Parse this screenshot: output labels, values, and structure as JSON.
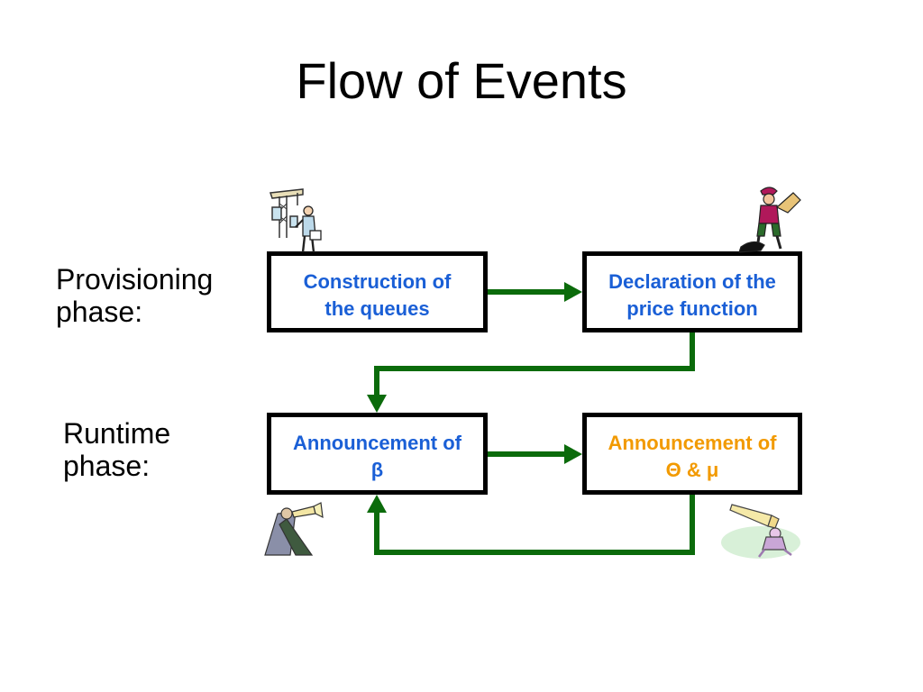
{
  "title": "Flow of Events",
  "phases": {
    "provisioning": [
      "Provisioning",
      "phase:"
    ],
    "runtime": [
      "Runtime",
      "phase:"
    ]
  },
  "boxes": {
    "construction": {
      "lines": [
        "Construction of",
        "the queues"
      ],
      "color": "#1a5fd6"
    },
    "declaration": {
      "lines": [
        "Declaration of the",
        "price function"
      ],
      "color": "#1a5fd6"
    },
    "beta": {
      "lines": [
        "Announcement of",
        "β"
      ],
      "color": "#1a5fd6"
    },
    "theta": {
      "lines": [
        "Announcement of",
        "Θ & μ"
      ],
      "color": "#f29a00"
    }
  },
  "colors": {
    "arrow": "#0b6b0b",
    "box_border": "#000000"
  },
  "icons": [
    "construction-worker-clipart-icon",
    "herald-scroll-clipart-icon",
    "trumpet-announcer-clipart-icon",
    "megaphone-announcer-clipart-icon"
  ]
}
